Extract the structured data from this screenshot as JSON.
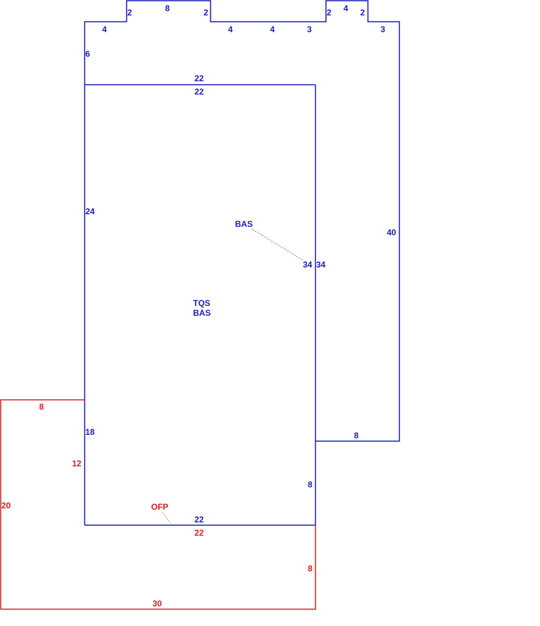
{
  "colors": {
    "main": "#1c1cb8",
    "porch": "#d42020"
  },
  "areas": {
    "main_code": "BAS",
    "center_code_1": "TQS",
    "center_code_2": "BAS",
    "porch_code": "OFP"
  },
  "dims": {
    "top_4_left": "4",
    "top_2_a": "2",
    "top_8": "8",
    "top_2_b": "2",
    "top_4_a": "4",
    "top_4_b": "4",
    "top_3_a": "3",
    "top_2_c": "2",
    "top_4_c": "4",
    "top_2_d": "2",
    "top_3_b": "3",
    "left_6": "6",
    "inner_top_22_a": "22",
    "inner_top_22_b": "22",
    "left_24": "24",
    "right_40": "40",
    "mid_34_a": "34",
    "mid_34_b": "34",
    "step_8": "8",
    "left_18": "18",
    "inner_right_8": "8",
    "bottom_22": "22",
    "porch_top_8": "8",
    "porch_12": "12",
    "porch_20": "20",
    "porch_22": "22",
    "porch_right_8": "8",
    "porch_bottom_30": "30"
  }
}
